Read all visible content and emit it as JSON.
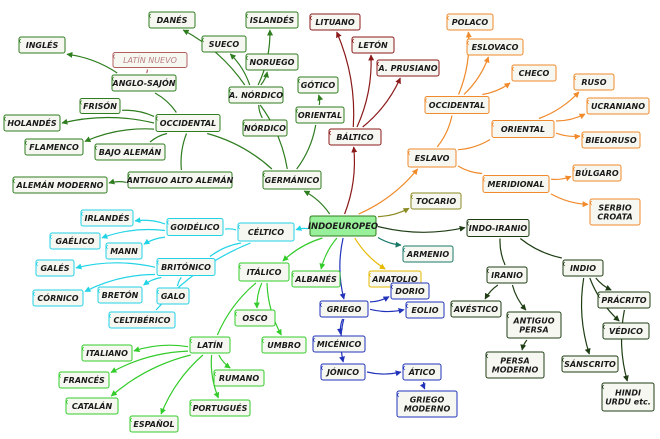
{
  "colors": {
    "germanic": "#2e7d1f",
    "celtic": "#22d3e6",
    "italic": "#33cc2a",
    "baltic": "#8b1a1a",
    "slavic": "#f08a2a",
    "greek": "#2233bb",
    "indo": "#1f3d14",
    "armenian": "#1a7a6a",
    "anatolian": "#e6b800",
    "tocharian": "#8a8a22",
    "root": "#99f09a"
  },
  "nodes": {
    "indoeuropeo": "INDOEUROPEO",
    "germanico": "GERMÁNICO",
    "occidental_g": "OCCIDENTAL",
    "anglo_sajon": "ANGLO-SAJÓN",
    "ingles": "INGLÉS",
    "latin_nuevo": "LATÍN NUEVO",
    "frison": "FRISÓN",
    "holandes": "HOLANDÉS",
    "flamenco": "FLAMENCO",
    "bajo_aleman": "BAJO ALEMÁN",
    "antiguo_alto_aleman": "ANTIGUO ALTO ALEMÁN",
    "aleman_moderno": "ALEMÁN MODERNO",
    "a_nordico": "A. NÓRDICO",
    "danes": "DANÉS",
    "islandes": "ISLANDÉS",
    "sueco": "SUECO",
    "noruego": "NORUEGO",
    "nordico": "NÓRDICO",
    "oriental_g": "ORIENTAL",
    "gotico": "GÓTICO",
    "baltico": "BÁLTICO",
    "lituano": "LITUANO",
    "leton": "LETÓN",
    "a_prusiano": "A. PRUSIANO",
    "eslavo": "ESLAVO",
    "occidental_e": "OCCIDENTAL",
    "polaco": "POLACO",
    "eslovaco": "ESLOVACO",
    "checo": "CHECO",
    "oriental_e": "ORIENTAL",
    "ruso": "RUSO",
    "ucraniano": "UCRANIANO",
    "bieloruso": "BIELORUSO",
    "meridional": "MERIDIONAL",
    "bulgaro": "BÚLGARO",
    "serbio_croata": "SERBIO\nCROATA",
    "tocario": "TOCARIO",
    "indo_iranio": "INDO-IRANIO",
    "iranio": "IRANIO",
    "avestico": "AVÉSTICO",
    "antiguo_persa": "ANTIGUO\nPERSA",
    "persa_moderno": "PERSA\nMODERNO",
    "indio": "INDIO",
    "pracrito": "PRÁCRITO",
    "vedico": "VÉDICO",
    "sanscrito": "SÁNSCRITO",
    "hindi_urdu": "HINDI\nURDU  etc.",
    "armenio": "ARMENIO",
    "anatolio": "ANATOLIO",
    "albanes": "ALBANÉS",
    "griego": "GRIEGO",
    "dorio": "DORIO",
    "eolio": "EOLIO",
    "micenico": "MICÉNICO",
    "jonico": "JÓNICO",
    "atico": "ÁTICO",
    "griego_moderno": "GRIEGO\nMODERNO",
    "celtico": "CÉLTICO",
    "goidelico": "GOIDÉLICO",
    "irlandes": "IRLANDÉS",
    "gaelico": "GAÉLICO",
    "mann": "MANN",
    "britonico": "BRITÓNICO",
    "gales": "GALÉS",
    "breton": "BRETÓN",
    "cornico": "CÓRNICO",
    "galo": "GALO",
    "celtiberico": "CELTIBÉRICO",
    "italico": "ITÁLICO",
    "osco": "OSCO",
    "umbro": "UMBRO",
    "latin": "LATÍN",
    "italiano": "ITALIANO",
    "frances": "FRANCÉS",
    "catalan": "CATALÁN",
    "espanol": "ESPAÑOL",
    "portugues": "PORTUGUÉS",
    "rumano": "RUMANO"
  }
}
